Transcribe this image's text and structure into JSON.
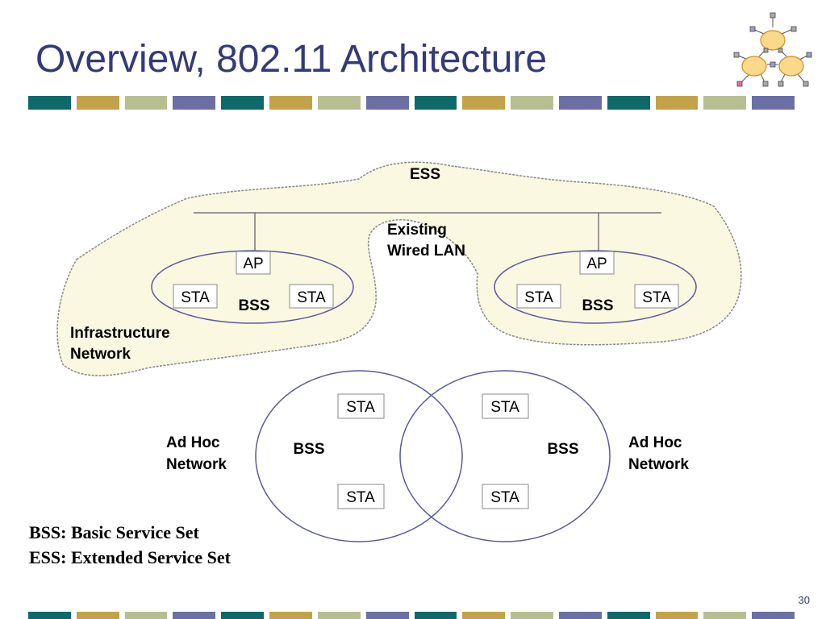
{
  "slide": {
    "title": "Overview, 802.11 Architecture",
    "page_number": "30"
  },
  "colors": {
    "title": "#333a78",
    "stripe": [
      "#0e6a6a",
      "#c4a24a",
      "#b7bf92",
      "#6a70a6"
    ],
    "ess_fill": "#fbf8e2",
    "ellipse_stroke": "#5a5a9a"
  },
  "diagram": {
    "ess_label": "ESS",
    "wired_lan": [
      "Existing",
      "Wired LAN"
    ],
    "infrastructure": [
      "Infrastructure",
      "Network"
    ],
    "bss_left": {
      "label": "BSS",
      "ap": "AP",
      "sta_a": "STA",
      "sta_b": "STA"
    },
    "bss_right": {
      "label": "BSS",
      "ap": "AP",
      "sta_a": "STA",
      "sta_b": "STA"
    },
    "adhoc_left": {
      "caption": [
        "Ad Hoc",
        "Network"
      ],
      "label": "BSS",
      "sta_top": "STA",
      "sta_bottom": "STA"
    },
    "adhoc_right": {
      "caption": [
        "Ad Hoc",
        "Network"
      ],
      "label": "BSS",
      "sta_top": "STA",
      "sta_bottom": "STA"
    }
  },
  "legend": [
    "BSS: Basic Service Set",
    "ESS: Extended Service Set"
  ]
}
